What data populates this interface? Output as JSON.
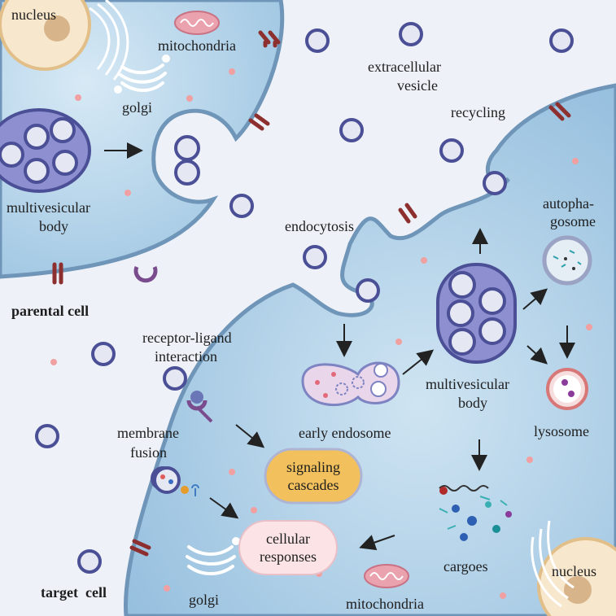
{
  "labels": {
    "nucleus_top": "nucleus",
    "mitochondria_top": "mitochondria",
    "extracellular_vesicle_1": "extracellular",
    "extracellular_vesicle_2": "vesicle",
    "golgi_top": "golgi",
    "recycling": "recycling",
    "mvb_parent_1": "multivesicular",
    "mvb_parent_2": "body",
    "autophagosome_1": "autopha-",
    "autophagosome_2": "gosome",
    "endocytosis": "endocytosis",
    "parental_cell": "parental cell",
    "receptor_ligand_1": "receptor-ligand",
    "receptor_ligand_2": "interaction",
    "mvb_target_1": "multivesicular",
    "mvb_target_2": "body",
    "early_endosome": "early endosome",
    "lysosome": "lysosome",
    "membrane_fusion_1": "membrane",
    "membrane_fusion_2": "fusion",
    "signaling_1": "signaling",
    "signaling_2": "cascades",
    "cellular_1": "cellular",
    "cellular_2": "responses",
    "cargoes": "cargoes",
    "nucleus_bottom": "nucleus",
    "target_cell": "target  cell",
    "golgi_bottom": "golgi",
    "mitochondria_bottom": "mitochondria"
  },
  "colors": {
    "background": "#eef2f8",
    "cell_fill": "#a9cde6",
    "membrane": "#6f95b8",
    "vesicle_ring": "#4a4f96",
    "vesicle_inner": "#e5e7f3",
    "mvb_fill": "#8d8fd0",
    "receptor": "#8e2f2f",
    "signaling_box": "#f2c05c",
    "cellular_box": "#fbe3e6",
    "arrow": "#222222",
    "particle": "#f0a0a0"
  }
}
